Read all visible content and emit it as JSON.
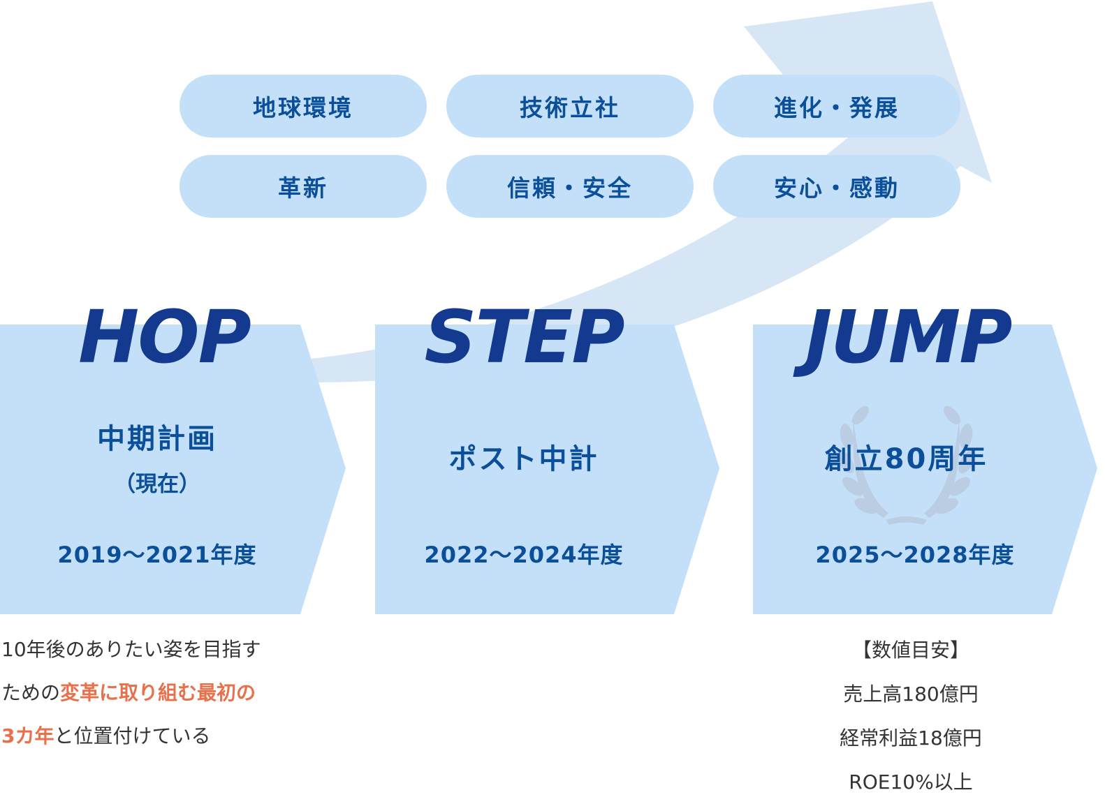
{
  "values_pills": [
    [
      "地球環境",
      "技術立社",
      "進化・発展"
    ],
    [
      "革新",
      "信頼・安全",
      "安心・感動"
    ]
  ],
  "stages": [
    {
      "title": "HOP",
      "label": "中期計画",
      "sublabel": "（現在）",
      "years": "2019～2021年度"
    },
    {
      "title": "STEP",
      "label": "ポスト中計",
      "years": "2022～2024年度"
    },
    {
      "title": "JUMP",
      "label": "創立80周年",
      "years": "2025～2028年度"
    }
  ],
  "hop_note": {
    "line1": "10年後のありたい姿を目指す",
    "line2_prefix": "ための",
    "line2_highlight": "変革に取り組む最初の",
    "line3_highlight": "3カ年",
    "line3_suffix": "と位置付けている"
  },
  "jump_targets": {
    "heading": "【数値目安】",
    "items": [
      "売上高180億円",
      "経常利益18億円",
      "ROE10%以上"
    ]
  },
  "colors": {
    "panel": "#c4e0f9",
    "arrow": "#d6e6f5",
    "title": "#133a8f",
    "label": "#0b4f9a",
    "highlight": "#e8704a",
    "wreath": "#b9cce0"
  },
  "icons": {
    "wreath": "laurel-wreath-icon"
  }
}
